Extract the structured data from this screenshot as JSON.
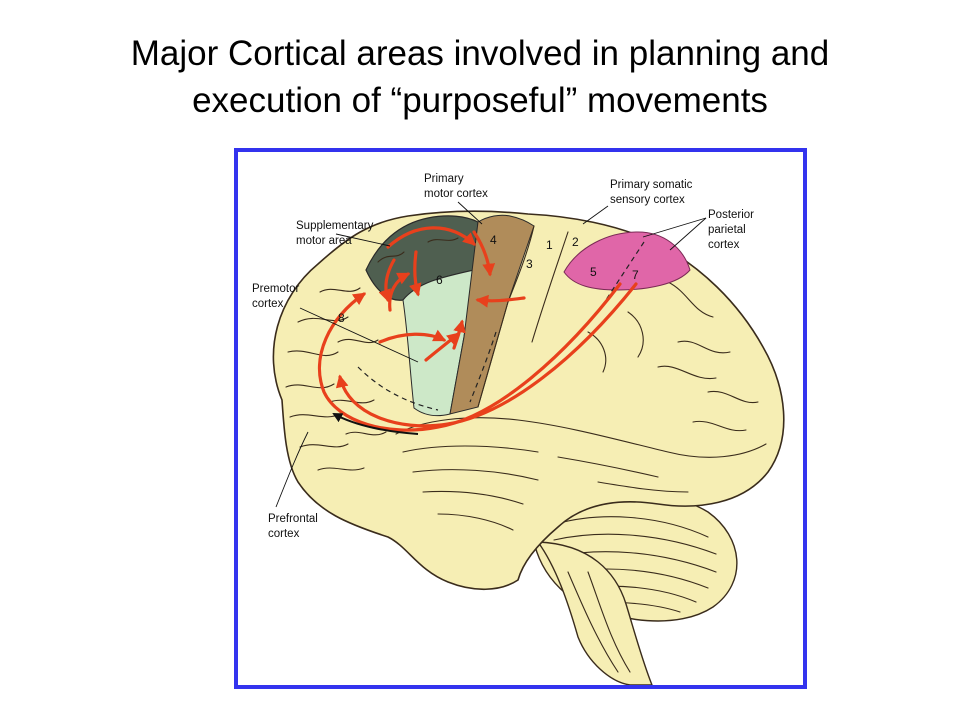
{
  "title": {
    "line1": "Major Cortical areas involved in planning and",
    "line2": "execution of “purposeful” movements"
  },
  "diagram": {
    "labels": {
      "primary_motor_l1": "Primary",
      "primary_motor_l2": "motor cortex",
      "primary_somatic_l1": "Primary somatic",
      "primary_somatic_l2": "sensory cortex",
      "supplementary_l1": "Supplementary",
      "supplementary_l2": "motor area",
      "posterior_l1": "Posterior",
      "posterior_l2": "parietal",
      "posterior_l3": "cortex",
      "premotor_l1": "Premotor",
      "premotor_l2": "cortex",
      "prefrontal_l1": "Prefrontal",
      "prefrontal_l2": "cortex"
    },
    "area_numbers": {
      "a1": "1",
      "a2": "2",
      "a3": "3",
      "a4": "4",
      "a5": "5",
      "a6": "6",
      "a7": "7",
      "a8": "8"
    },
    "colors": {
      "frame": "#3333ee",
      "brain": "#f6eeb4",
      "supplementary_motor": "#4f5f50",
      "premotor": "#cde8c8",
      "primary_motor": "#b08c5a",
      "posterior_parietal": "#e066a8",
      "arrows": "#e8401c"
    }
  }
}
